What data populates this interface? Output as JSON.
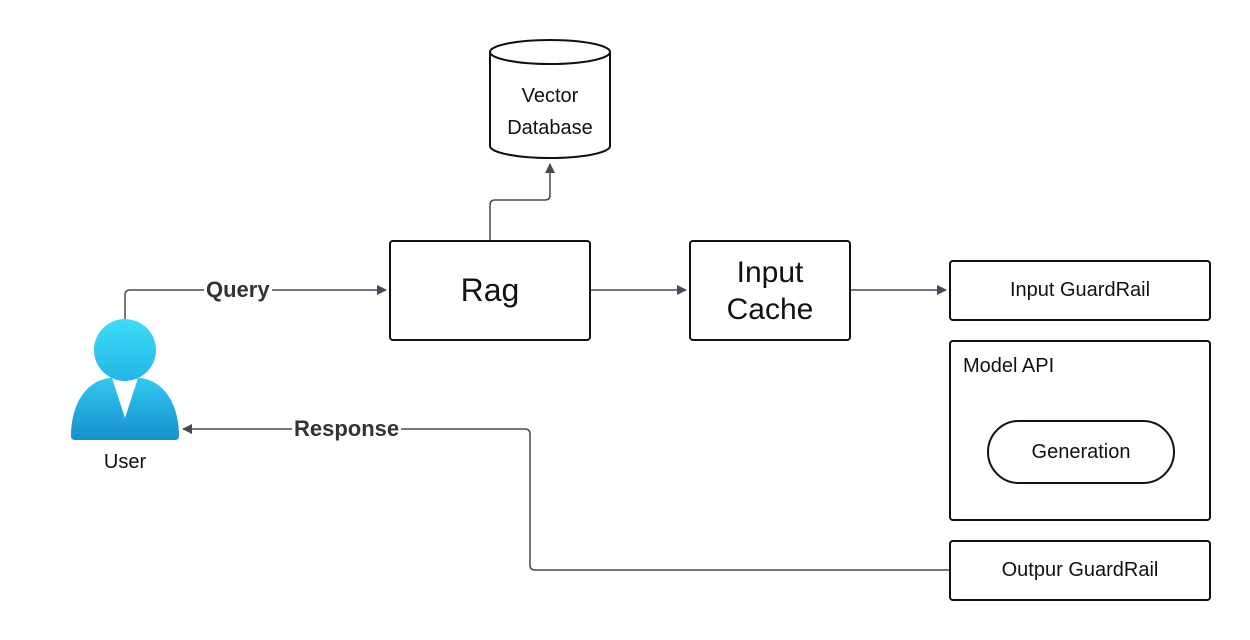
{
  "nodes": {
    "vector_db": {
      "line1": "Vector",
      "line2": "Database"
    },
    "rag": {
      "label": "Rag"
    },
    "input_cache": {
      "line1": "Input",
      "line2": "Cache"
    },
    "input_guardrail": {
      "label": "Input GuardRail"
    },
    "model_api": {
      "title": "Model API",
      "generation": "Generation"
    },
    "output_guardrail": {
      "label": "Outpur GuardRail"
    },
    "user": {
      "label": "User"
    }
  },
  "edges": {
    "query": "Query",
    "response": "Response"
  },
  "colors": {
    "stroke": "#111111",
    "connector": "#444b55",
    "user_icon_light": "#3fd4f4",
    "user_icon_dark": "#1690cf"
  }
}
